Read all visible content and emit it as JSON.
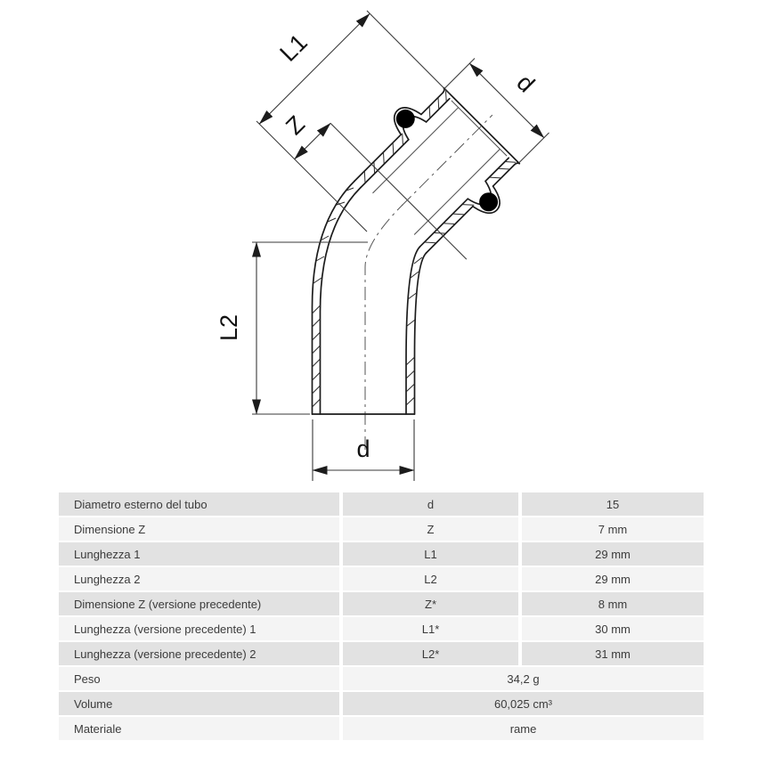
{
  "drawing": {
    "type": "45-degree elbow press fitting, sectional technical drawing",
    "labels": {
      "l1": "L1",
      "z": "Z",
      "d_socket": "d",
      "l2": "L2",
      "d_bottom": "d"
    },
    "features": {
      "oring_top": "o-ring cross-section dot",
      "oring_bottom": "o-ring cross-section dot"
    },
    "colors": {
      "line": "#1c1c1c",
      "oring": "#000000"
    }
  },
  "table": {
    "rows": [
      {
        "label": "Diametro esterno del tubo",
        "symbol": "d",
        "value": "15",
        "merged": false
      },
      {
        "label": "Dimensione Z",
        "symbol": "Z",
        "value": "7 mm",
        "merged": false
      },
      {
        "label": "Lunghezza 1",
        "symbol": "L1",
        "value": "29 mm",
        "merged": false
      },
      {
        "label": "Lunghezza 2",
        "symbol": "L2",
        "value": "29 mm",
        "merged": false
      },
      {
        "label": "Dimensione Z (versione precedente)",
        "symbol": "Z*",
        "value": "8 mm",
        "merged": false
      },
      {
        "label": "Lunghezza (versione precedente) 1",
        "symbol": "L1*",
        "value": "30 mm",
        "merged": false
      },
      {
        "label": "Lunghezza (versione precedente) 2",
        "symbol": "L2*",
        "value": "31 mm",
        "merged": false
      },
      {
        "label": "Peso",
        "symbol": "",
        "value": "34,2 g",
        "merged": true
      },
      {
        "label": "Volume",
        "symbol": "",
        "value": "60,025 cm³",
        "merged": true
      },
      {
        "label": "Materiale",
        "symbol": "",
        "value": "rame",
        "merged": true
      }
    ],
    "colors": {
      "row_dark": "#e2e2e2",
      "row_light": "#f4f4f4",
      "text": "#3b3b3b",
      "gap": "#ffffff"
    }
  }
}
